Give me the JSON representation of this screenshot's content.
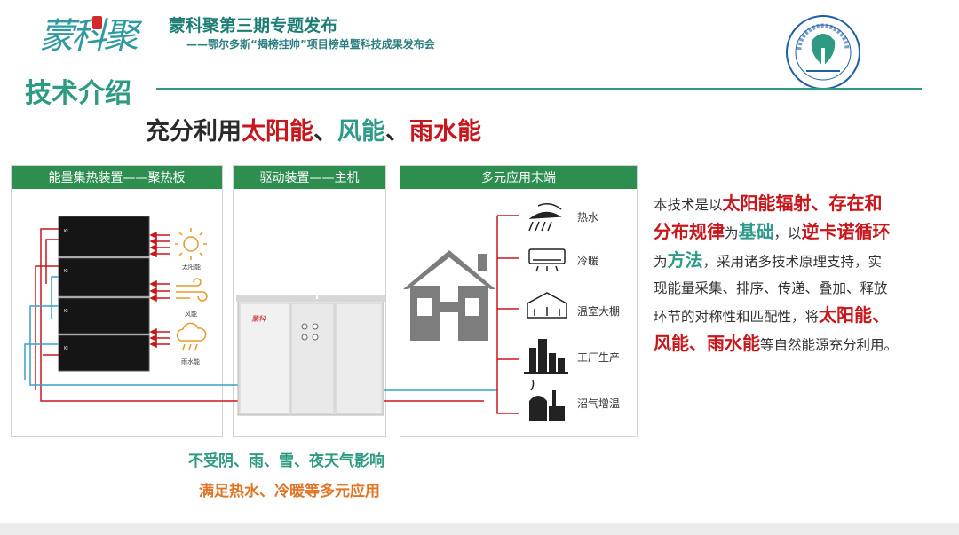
{
  "header": {
    "logo_text": "蒙科聚",
    "title": "蒙科聚第三期专题发布",
    "subtitle": "——鄂尔多斯“揭榜挂帅”项目榜单暨科技成果发布会",
    "emblem_text": "鄂尔多斯碳中和研究院"
  },
  "section": {
    "title": "技术介绍"
  },
  "headline": {
    "lead": "充分利用",
    "solar": "太阳能",
    "sep1": "、",
    "wind": "风能",
    "sep2": "、",
    "rain": "雨水能"
  },
  "panels": {
    "collector": {
      "title": "能量集热装置——聚热板",
      "solar": "太阳能",
      "wind": "风能",
      "rain": "雨水能"
    },
    "drive": {
      "title": "驱动装置——主机"
    },
    "terminals": {
      "title": "多元应用末端",
      "items": [
        "热水",
        "冷暖",
        "温室大棚",
        "工厂生产",
        "沼气增温"
      ]
    }
  },
  "description": {
    "p1": "本技术是以",
    "h1": "太阳能辐射、存在和",
    "h2": "分布规律",
    "p2": "为",
    "h3": "基础",
    "p3": "，以",
    "h4": "逆卡诺循环",
    "p4": "为",
    "h5": "方法",
    "p5": "，采用诸多技术原理支持，实",
    "p6": "现能量采集、排序、传递、叠加、释放",
    "p7": "环节的对称性和匹配性，将",
    "h6": "太阳能、",
    "h7": "风能、雨水能",
    "p8": "等自然能源充分利用。"
  },
  "captions": {
    "line1": "不受阴、雨、雪、夜天气影响",
    "line2": "满足热水、冷暖等多元应用"
  },
  "colors": {
    "teal": "#2f9a82",
    "red": "#c8161d",
    "green_header": "#2d8e50",
    "orange": "#e07528",
    "blue_pipe": "#3aa0c8"
  }
}
